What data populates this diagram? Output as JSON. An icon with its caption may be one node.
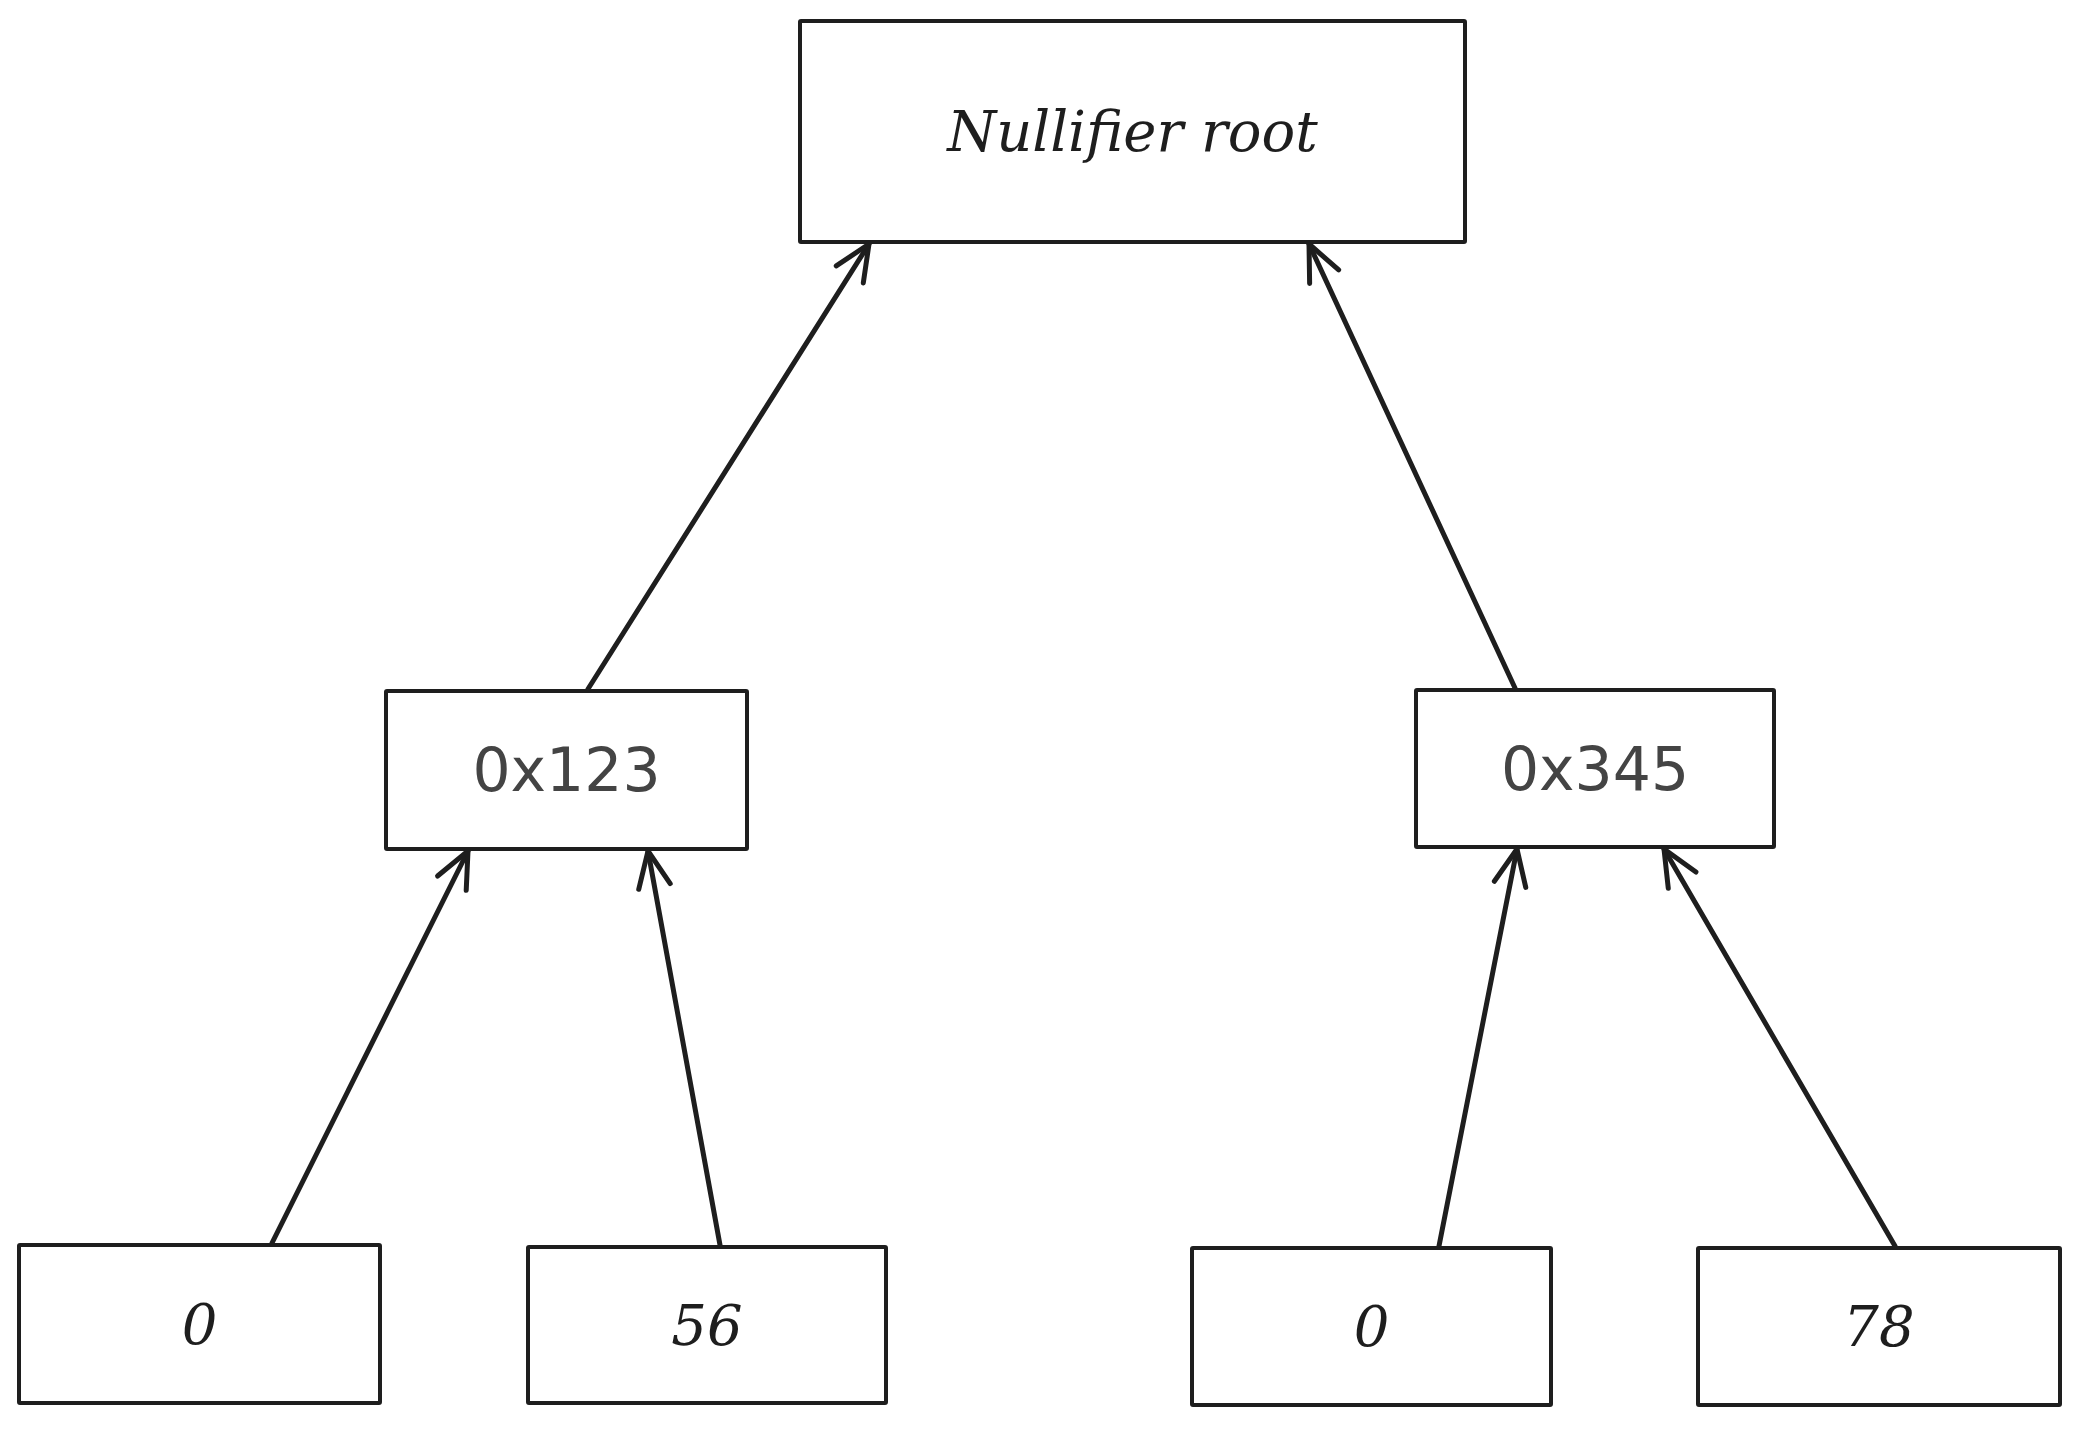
{
  "diagram": {
    "nodes": [
      {
        "text": [
          "Nullifier root"
        ]
      },
      {
        "text": [
          "0x123"
        ]
      },
      {
        "text": [
          "0x345"
        ]
      },
      {
        "text": [
          "0"
        ]
      },
      {
        "text": [
          "56"
        ]
      },
      {
        "text": [
          "0"
        ]
      },
      {
        "text": [
          "78"
        ]
      }
    ],
    "edges": [
      {
        "from": 1,
        "to": 0,
        "arrow": "to"
      },
      {
        "from": 2,
        "to": 0,
        "arrow": "to"
      },
      {
        "from": 3,
        "to": 1,
        "arrow": "to"
      },
      {
        "from": 4,
        "to": 1,
        "arrow": "to"
      },
      {
        "from": 5,
        "to": 2,
        "arrow": "to"
      },
      {
        "from": 6,
        "to": 2,
        "arrow": "to"
      }
    ]
  }
}
